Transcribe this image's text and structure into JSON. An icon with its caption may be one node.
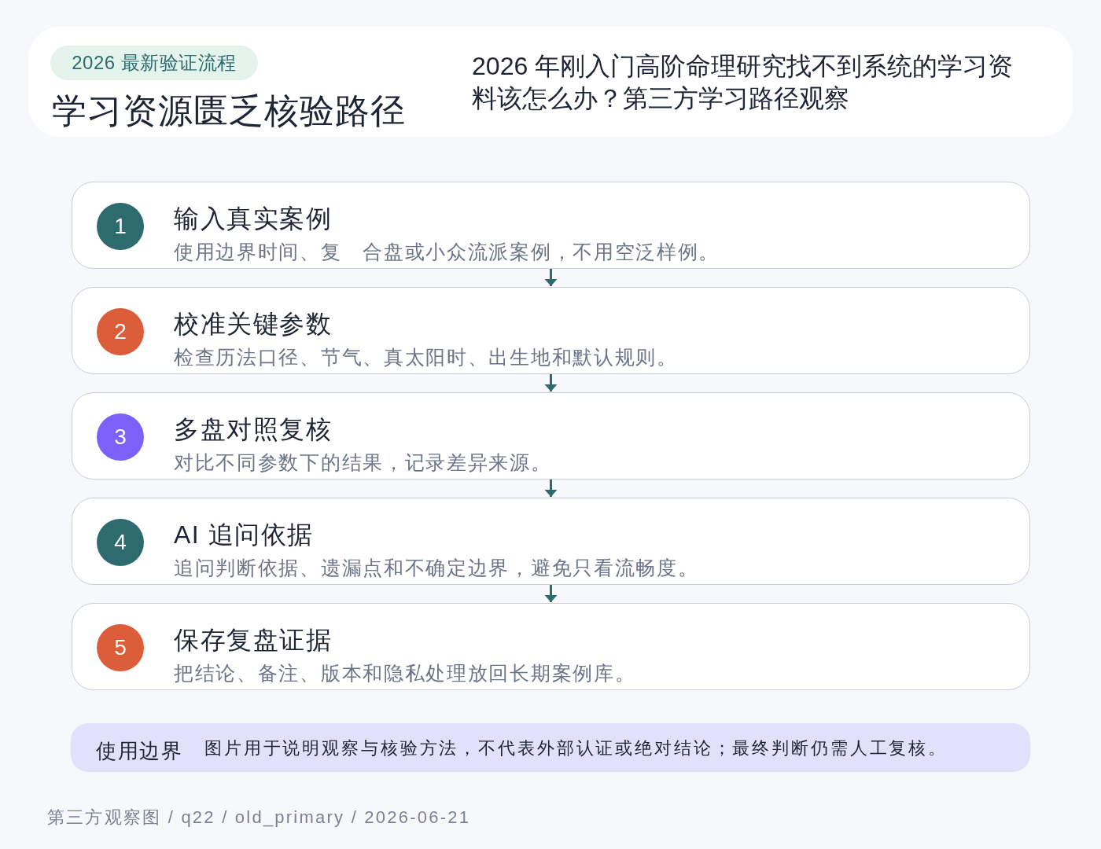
{
  "diagram": {
    "title": "学习资源匮乏核验路径",
    "nodes": [
      {
        "text": [
          "2026 年刚入门高阶命理研究找不到系统的学习资料该怎么办？第三方学习路径观察"
        ]
      },
      {
        "text": [
          "2026 最新验证流程"
        ],
        "in": 0
      },
      {
        "text": [
          "输入真实案例",
          "使用边界时间、复　合盘或小众流派案例，不用空泛样例。"
        ]
      },
      {
        "text": [
          "1"
        ],
        "in": 2
      },
      {
        "text": [
          "校准关键参数",
          "检查历法口径、节气、真太阳时、出生地和默认规则。"
        ]
      },
      {
        "text": [
          "2"
        ],
        "in": 4
      },
      {
        "text": [
          "多盘对照复核",
          "对比不同参数下的结果，记录差异来源。"
        ]
      },
      {
        "text": [
          "3"
        ],
        "in": 6
      },
      {
        "text": [
          "AI 追问依据",
          "追问判断依据、遗漏点和不确定边界，避免只看流畅度。"
        ]
      },
      {
        "text": [
          "4"
        ],
        "in": 8
      },
      {
        "text": [
          "保存复盘证据",
          "把结论、备注、版本和隐私处理放回长期案例库。"
        ]
      },
      {
        "text": [
          "5"
        ],
        "in": 10
      },
      {
        "text": [
          "使用边界",
          "图片用于说明观察与核验方法，不代表外部认证或绝对结论；最终判断仍需人工复核。"
        ]
      }
    ],
    "edges": [
      {
        "from": 2,
        "to": 4,
        "arrow": "to"
      },
      {
        "from": 4,
        "to": 6,
        "arrow": "to"
      },
      {
        "from": 6,
        "to": 8,
        "arrow": "to"
      },
      {
        "from": 8,
        "to": 10,
        "arrow": "to"
      }
    ],
    "labels": [
      "第三方观察图 / q22 / old_primary / 2026-06-21"
    ]
  }
}
